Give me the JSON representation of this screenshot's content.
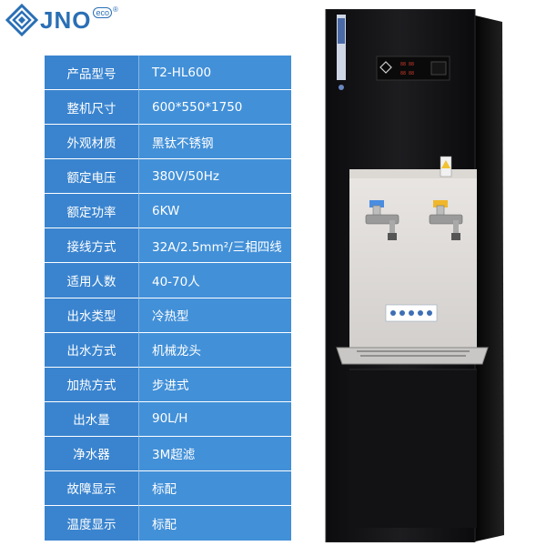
{
  "brand": {
    "name": "JNO",
    "sub": "eco",
    "reg": "®"
  },
  "specs": [
    {
      "label": "产品型号",
      "value": "T2-HL600"
    },
    {
      "label": "整机尺寸",
      "value": "600*550*1750"
    },
    {
      "label": "外观材质",
      "value": "黑钛不锈钢"
    },
    {
      "label": "额定电压",
      "value": "380V/50Hz"
    },
    {
      "label": "额定功率",
      "value": "6KW"
    },
    {
      "label": "接线方式",
      "value": "32A/2.5mm²/三相四线"
    },
    {
      "label": "适用人数",
      "value": "40-70人"
    },
    {
      "label": "出水类型",
      "value": "冷热型"
    },
    {
      "label": "出水方式",
      "value": "机械龙头"
    },
    {
      "label": "加热方式",
      "value": "步进式"
    },
    {
      "label": "出水量",
      "value": "90L/H"
    },
    {
      "label": "净水器",
      "value": "3M超滤"
    },
    {
      "label": "故障显示",
      "value": "标配"
    },
    {
      "label": "温度显示",
      "value": "标配"
    }
  ],
  "colors": {
    "brand_blue": "#2a6fb5",
    "table_blue": "#3f8ad3",
    "cabinet": "#141416"
  },
  "product_icons": [
    "water-dispenser-image",
    "display-panel-icon",
    "cold-faucet-icon",
    "hot-faucet-icon"
  ]
}
